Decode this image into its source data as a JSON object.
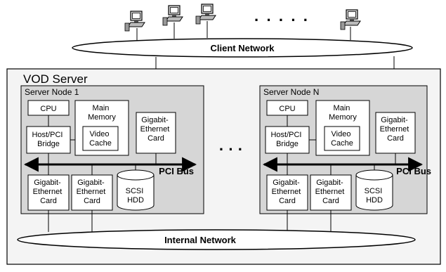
{
  "client_network": "Client Network",
  "internal_network": "Internal Network",
  "server_title": "VOD Server",
  "dots_between_nodes": "· · ·",
  "dots_between_clients": "· · · · ·",
  "nodes": [
    {
      "title": "Server Node 1",
      "cpu": "CPU",
      "main_memory": [
        "Main",
        "Memory"
      ],
      "video_cache": [
        "Video",
        "Cache"
      ],
      "bridge": [
        "Host/PCI",
        "Bridge"
      ],
      "gige_top": [
        "Gigabit-",
        "Ethernet",
        "Card"
      ],
      "gige_a": [
        "Gigabit-",
        "Ethernet",
        "Card"
      ],
      "gige_b": [
        "Gigabit-",
        "Ethernet",
        "Card"
      ],
      "hdd": [
        "SCSI",
        "HDD"
      ],
      "bus": "PCI Bus"
    },
    {
      "title": "Server Node N",
      "cpu": "CPU",
      "main_memory": [
        "Main",
        "Memory"
      ],
      "video_cache": [
        "Video",
        "Cache"
      ],
      "bridge": [
        "Host/PCI",
        "Bridge"
      ],
      "gige_top": [
        "Gigabit-",
        "Ethernet",
        "Card"
      ],
      "gige_a": [
        "Gigabit-",
        "Ethernet",
        "Card"
      ],
      "gige_b": [
        "Gigabit-",
        "Ethernet",
        "Card"
      ],
      "hdd": [
        "SCSI",
        "HDD"
      ],
      "bus": "PCI Bus"
    }
  ]
}
